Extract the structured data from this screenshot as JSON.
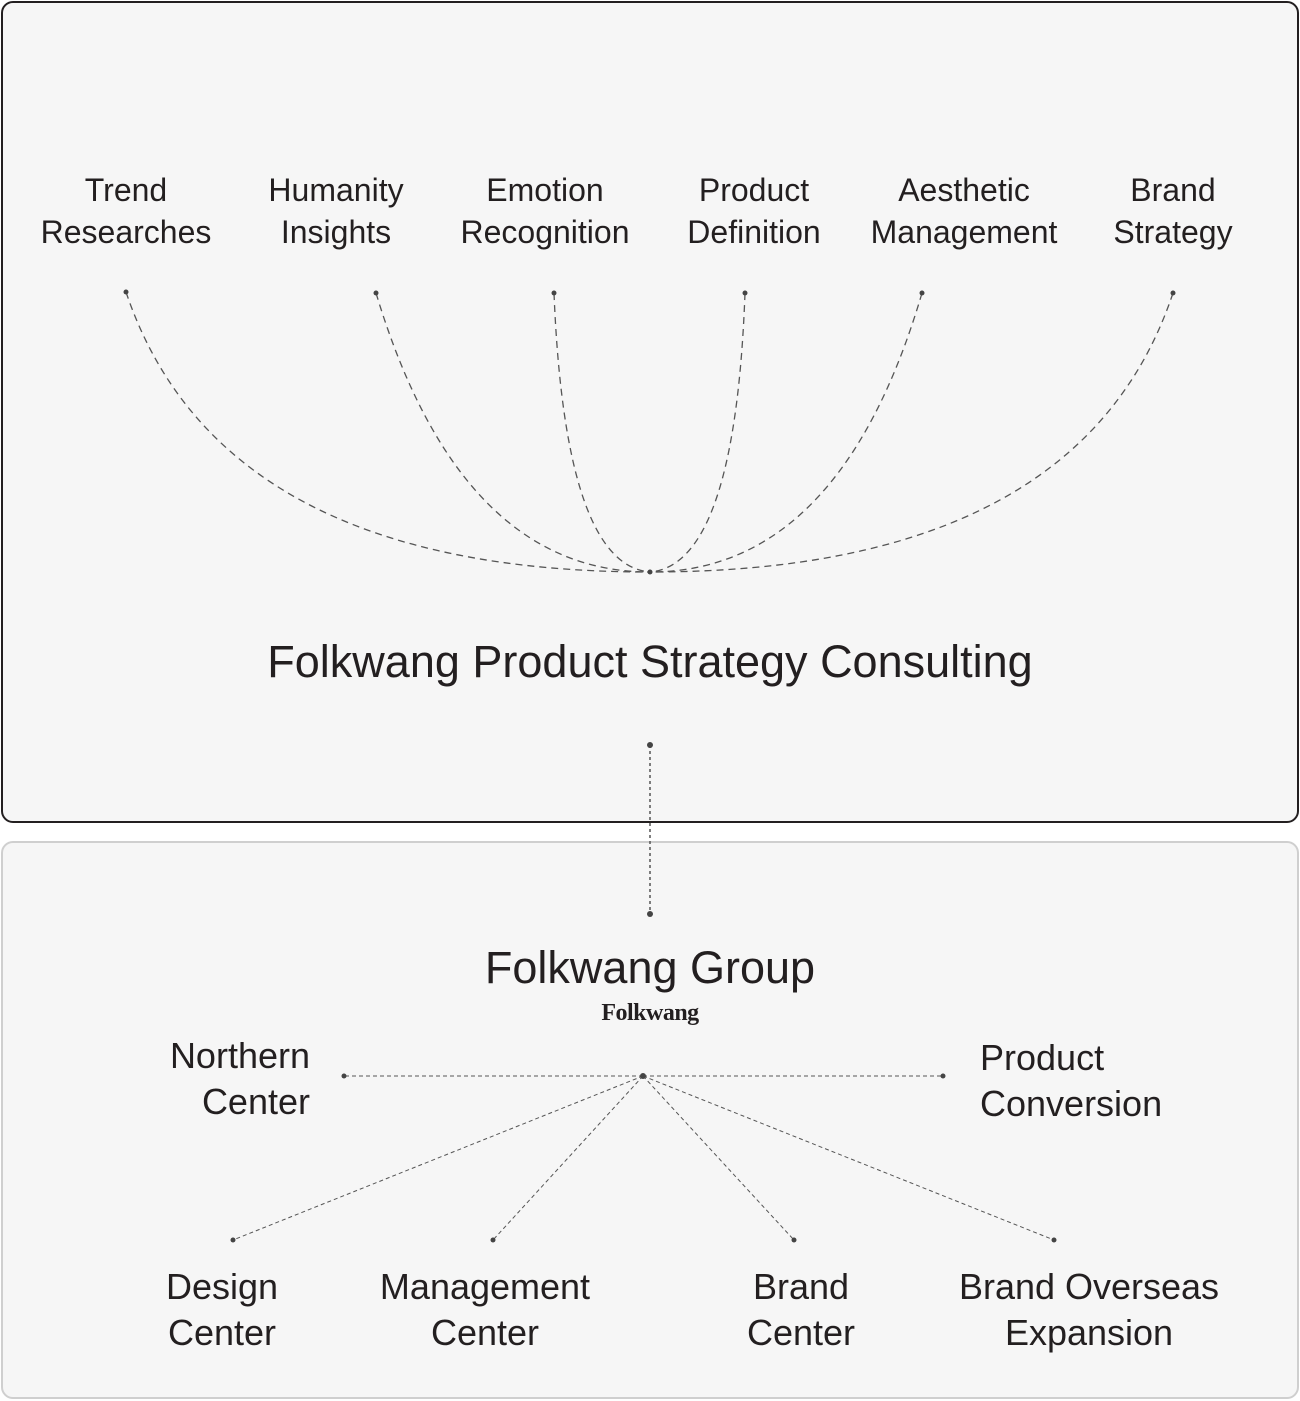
{
  "consulting": {
    "title": "Folkwang Product Strategy Consulting",
    "services": [
      {
        "line1": "Trend",
        "line2": "Researches"
      },
      {
        "line1": "Humanity",
        "line2": "Insights"
      },
      {
        "line1": "Emotion",
        "line2": "Recognition"
      },
      {
        "line1": "Product",
        "line2": "Definition"
      },
      {
        "line1": "Aesthetic",
        "line2": "Management"
      },
      {
        "line1": "Brand",
        "line2": "Strategy"
      }
    ]
  },
  "group": {
    "title": "Folkwang Group",
    "logo_text": "Folkwang",
    "left": {
      "line1": "Northern",
      "line2": "Center"
    },
    "right": {
      "line1": "Product",
      "line2": "Conversion"
    },
    "centers": [
      {
        "line1": "Design",
        "line2": "Center"
      },
      {
        "line1": "Management",
        "line2": "Center"
      },
      {
        "line1": "Brand",
        "line2": "Center"
      },
      {
        "line1": "Brand Overseas",
        "line2": "Expansion"
      }
    ]
  },
  "colors": {
    "text": "#231f20",
    "line": "#555555",
    "panel": "#f6f6f6"
  }
}
